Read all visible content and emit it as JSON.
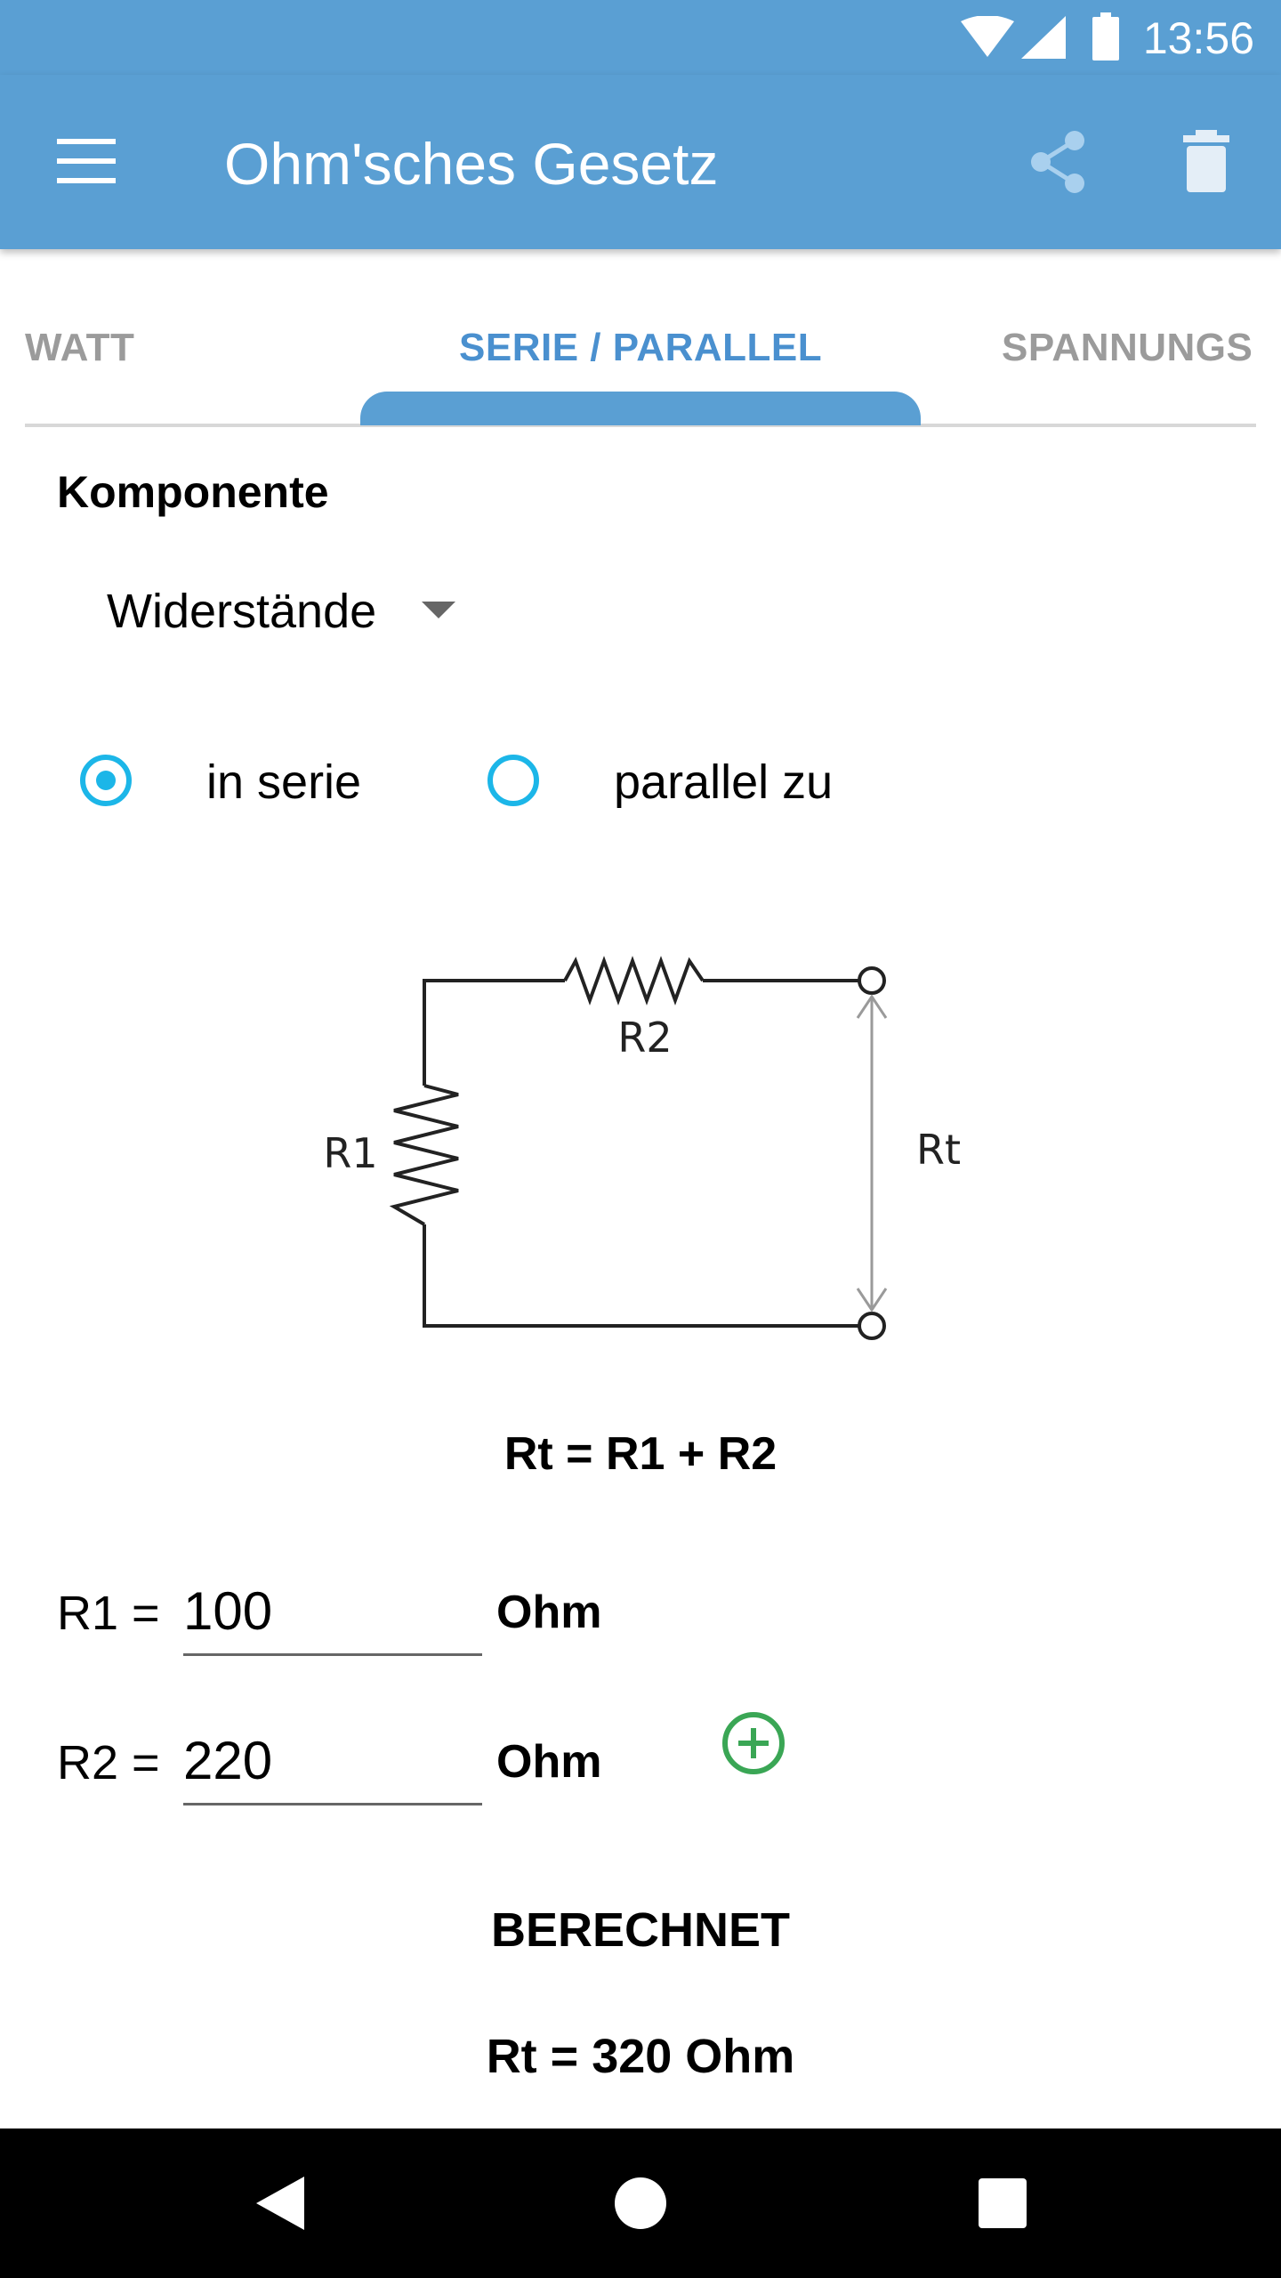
{
  "status_bar": {
    "time": "13:56"
  },
  "app_bar": {
    "title": "Ohm'sches Gesetz"
  },
  "tabs": [
    {
      "label": "WATT",
      "active": false
    },
    {
      "label": "SERIE / PARALLEL",
      "active": true
    },
    {
      "label": "SPANNUNGS",
      "active": false
    }
  ],
  "component": {
    "label": "Komponente",
    "selected": "Widerstände"
  },
  "mode": {
    "series_label": "in serie",
    "parallel_label": "parallel zu",
    "selected": "in serie"
  },
  "diagram": {
    "r1": "R1",
    "r2": "R2",
    "rt": "Rt"
  },
  "formula": "Rt = R1 + R2",
  "inputs": [
    {
      "label": "R1 =",
      "value": "100",
      "unit": "Ohm"
    },
    {
      "label": "R2 =",
      "value": "220",
      "unit": "Ohm"
    }
  ],
  "result": {
    "heading": "BERECHNET",
    "value": "Rt = 320 Ohm"
  },
  "colors": {
    "app_bar": "#5a9fd3",
    "radio_accent": "#1cb6e8",
    "add_icon": "#3aa655",
    "tab_active": "#4a90cf"
  }
}
